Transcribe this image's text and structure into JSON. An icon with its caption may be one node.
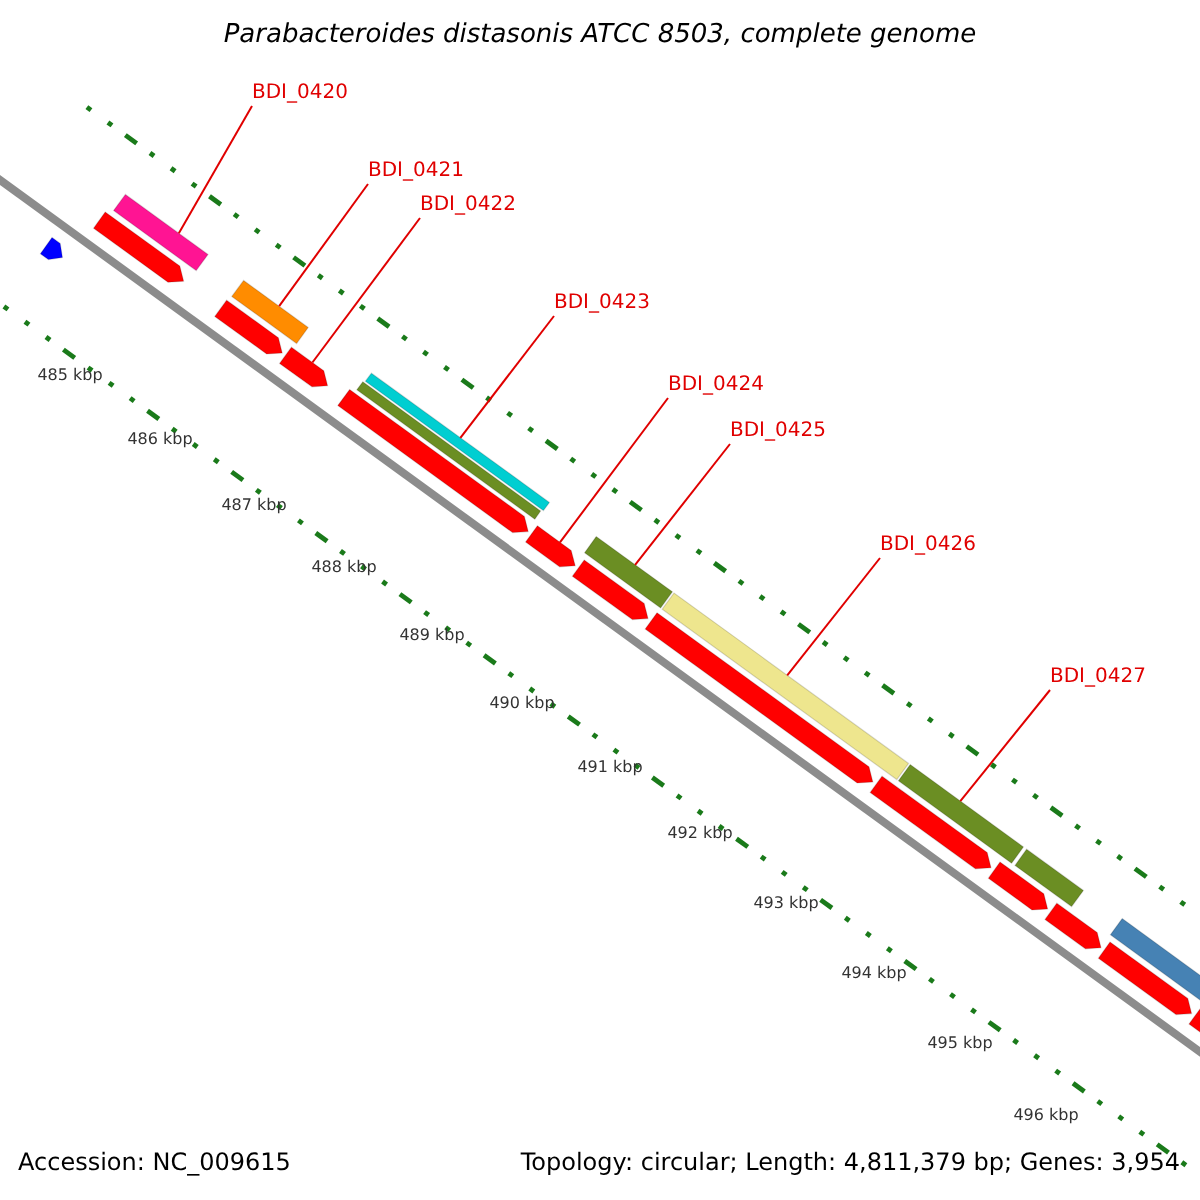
{
  "diagram": {
    "title": "Parabacteroides distasonis ATCC 8503, complete genome",
    "nodes": [
      {
        "text": [
          "BDI_0420"
        ]
      },
      {
        "text": [
          "BDI_0421"
        ]
      },
      {
        "text": [
          "BDI_0422"
        ]
      },
      {
        "text": [
          "BDI_0423"
        ]
      },
      {
        "text": [
          "BDI_0424"
        ]
      },
      {
        "text": [
          "BDI_0425"
        ]
      },
      {
        "text": [
          "BDI_0426"
        ]
      },
      {
        "text": [
          "BDI_0427"
        ]
      },
      {
        "text": [],
        "shape": "pentagon"
      },
      {
        "text": [],
        "shape": "pentagon"
      },
      {
        "text": [],
        "shape": "bar"
      },
      {
        "text": [],
        "shape": "pentagon"
      },
      {
        "text": [],
        "shape": "bar"
      },
      {
        "text": [],
        "shape": "pentagon"
      },
      {
        "text": [],
        "shape": "pentagon"
      },
      {
        "text": [],
        "shape": "bar"
      },
      {
        "text": [],
        "shape": "bar"
      },
      {
        "text": [],
        "shape": "pentagon"
      },
      {
        "text": [],
        "shape": "bar"
      },
      {
        "text": [],
        "shape": "pentagon"
      },
      {
        "text": [],
        "shape": "pentagon"
      },
      {
        "text": [],
        "shape": "bar"
      },
      {
        "text": [],
        "shape": "pentagon"
      },
      {
        "text": [],
        "shape": "bar"
      },
      {
        "text": [],
        "shape": "pentagon"
      },
      {
        "text": [],
        "shape": "bar"
      },
      {
        "text": [],
        "shape": "pentagon"
      },
      {
        "text": [],
        "shape": "pentagon"
      },
      {
        "text": [],
        "shape": "bar"
      },
      {
        "text": [],
        "shape": "pentagon"
      }
    ],
    "edges": [
      {
        "from": 0,
        "to": 10,
        "arrow": "none"
      },
      {
        "from": 1,
        "to": 12,
        "arrow": "none"
      },
      {
        "from": 2,
        "to": 13,
        "arrow": "none"
      },
      {
        "from": 3,
        "to": 16,
        "arrow": "none"
      },
      {
        "from": 4,
        "to": 17,
        "arrow": "none"
      },
      {
        "from": 5,
        "to": 18,
        "arrow": "none"
      },
      {
        "from": 6,
        "to": 21,
        "arrow": "none"
      },
      {
        "from": 7,
        "to": 23,
        "arrow": "none"
      }
    ],
    "labels": [
      "485 kbp",
      "486 kbp",
      "487 kbp",
      "488 kbp",
      "489 kbp",
      "490 kbp",
      "491 kbp",
      "492 kbp",
      "493 kbp",
      "494 kbp",
      "495 kbp",
      "496 kbp",
      "Accession: NC_009615",
      "Topology: circular; Length: 4,811,379 bp; Genes: 3,954"
    ]
  }
}
